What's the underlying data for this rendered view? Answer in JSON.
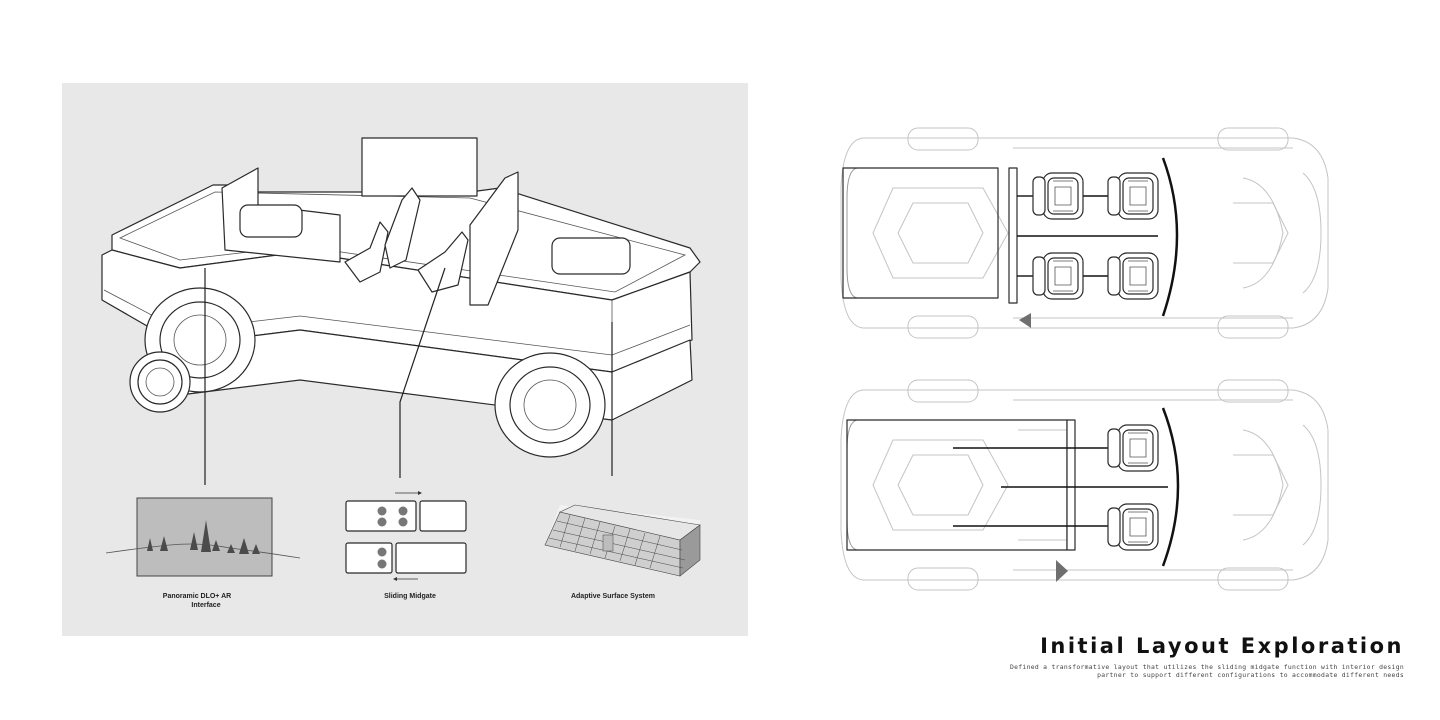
{
  "left_panel": {
    "features": [
      {
        "label_line1": "Panoramic DLO+ AR",
        "label_line2": "Interface"
      },
      {
        "label_line1": "Sliding Midgate",
        "label_line2": ""
      },
      {
        "label_line1": "Adaptive Surface System",
        "label_line2": ""
      }
    ]
  },
  "caption": {
    "title": "Initial Layout Exploration",
    "description_line1": "Defined a transformative layout that utilizes the sliding midgate function with interior design",
    "description_line2": "partner to support different configurations to accommodate different needs"
  }
}
